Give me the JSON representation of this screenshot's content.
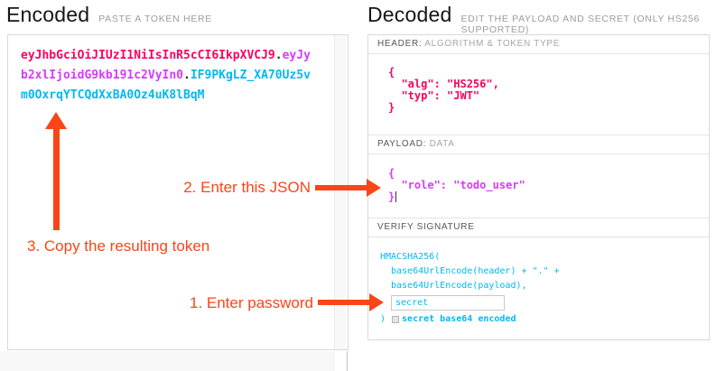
{
  "colors": {
    "token_header": "#fb015b",
    "token_payload": "#d63aff",
    "token_signature": "#00b9f1",
    "annotation": "#fa4517"
  },
  "encoded": {
    "title": "Encoded",
    "subtitle": "PASTE A TOKEN HERE",
    "token": {
      "header": "eyJhbGciOiJIUzI1NiIsInR5cCI6IkpXVCJ9",
      "payload": "eyJyb2xlIjoidG9kb191c2VyIn0",
      "signature": "IF9PKgLZ_XA70Uz5vm0OxrqYTCQdXxBA0Oz4uK8lBqM",
      "separator": "."
    },
    "token_lines": [
      [
        {
          "text": "eyJhbGciOiJIUzI1NiIsInR5cCI6IkpXVCJ9",
          "part": "header"
        },
        {
          "text": ".",
          "part": "dot"
        },
        {
          "text": "eyJy",
          "part": "payload"
        }
      ],
      [
        {
          "text": "b2xlIjoidG9kb191c2VyIn0",
          "part": "payload"
        },
        {
          "text": ".",
          "part": "dot"
        },
        {
          "text": "IF9PKgLZ_XA70Uz5v",
          "part": "signature"
        }
      ],
      [
        {
          "text": "m0OxrqYTCQdXxBA0Oz4uK8lBqM",
          "part": "signature"
        }
      ]
    ]
  },
  "decoded": {
    "title": "Decoded",
    "subtitle": "EDIT THE PAYLOAD AND SECRET (ONLY HS256 SUPPORTED)",
    "header_section": {
      "label_strong": "HEADER:",
      "label_light": "ALGORITHM & TOKEN TYPE",
      "json_lines": [
        "{",
        "  \"alg\": \"HS256\",",
        "  \"typ\": \"JWT\"",
        "}"
      ]
    },
    "payload_section": {
      "label_strong": "PAYLOAD:",
      "label_light": "DATA",
      "json_lines": [
        "{",
        "  \"role\": \"todo_user\"",
        "}"
      ]
    },
    "signature_section": {
      "label_strong": "VERIFY SIGNATURE",
      "label_light": "",
      "code_line1": "HMACSHA256(",
      "code_line2": "base64UrlEncode(header) + \".\" +",
      "code_line3": "base64UrlEncode(payload),",
      "secret_value": "secret",
      "code_close": ")",
      "checkbox_label": "secret base64 encoded"
    }
  },
  "annotations": {
    "step1": "1. Enter password",
    "step2": "2. Enter this JSON",
    "step3": "3. Copy the resulting token"
  }
}
